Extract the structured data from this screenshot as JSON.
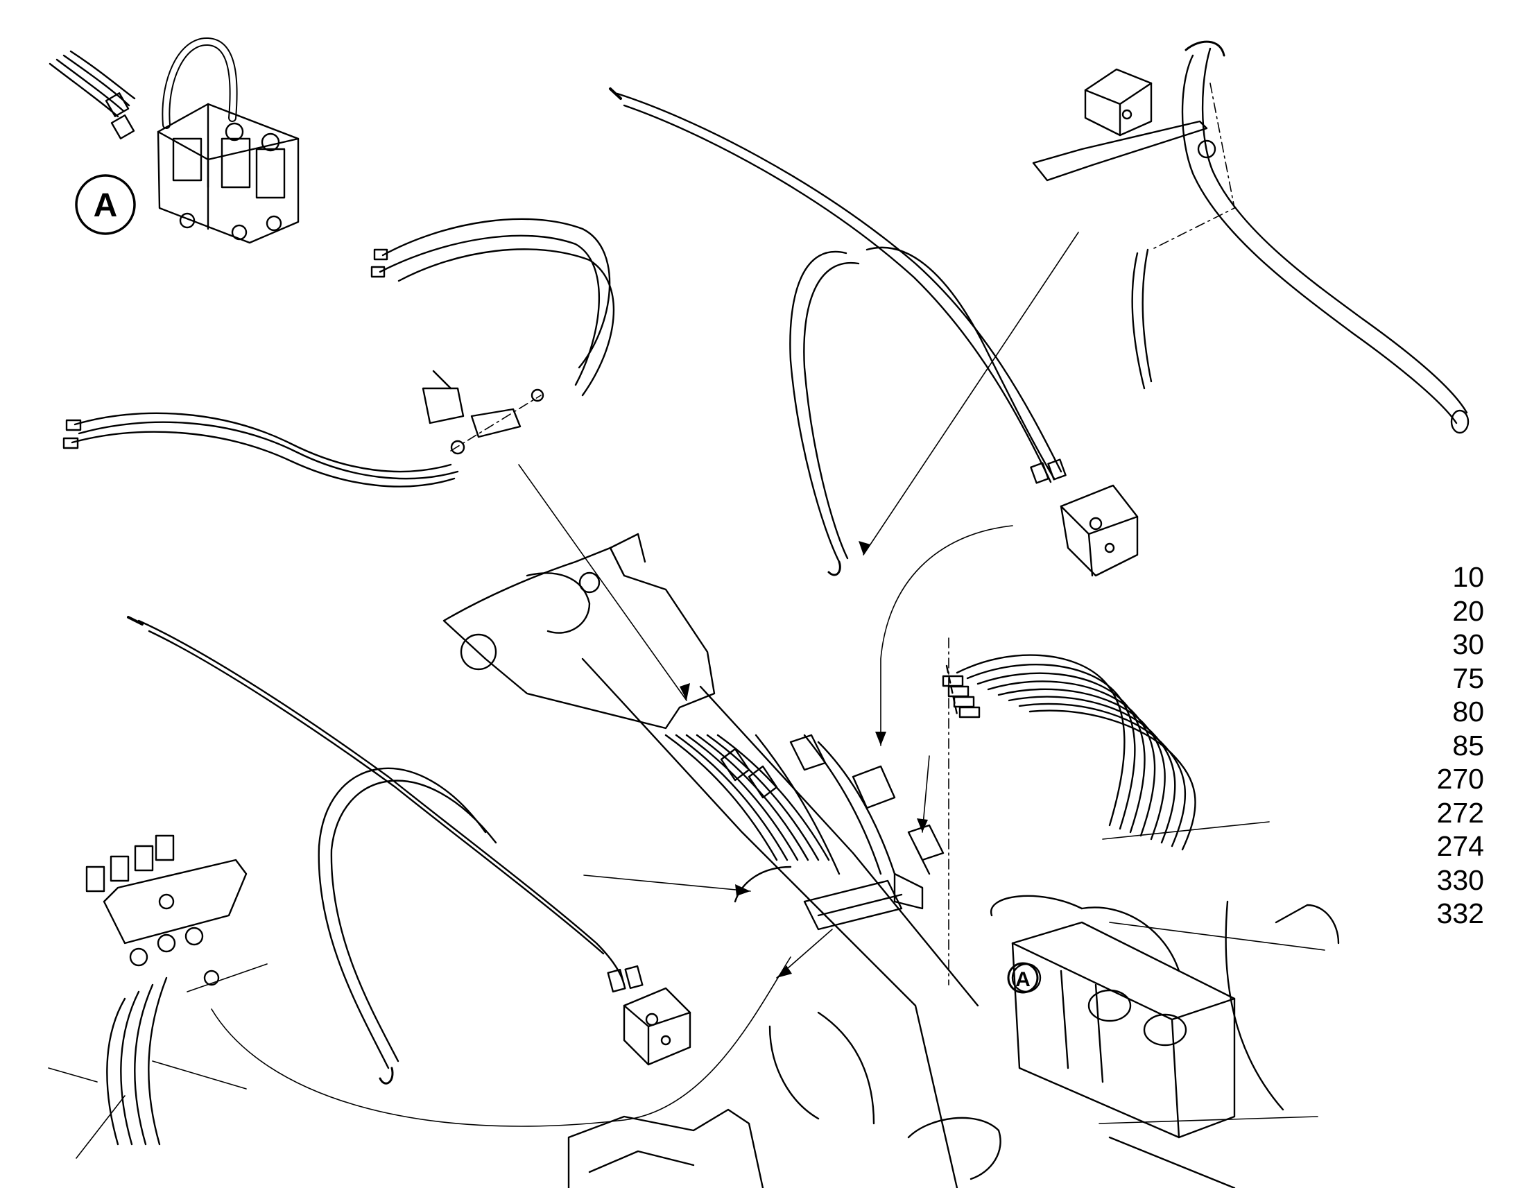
{
  "detail": {
    "callout_letter": "A",
    "inset_letter": "A"
  },
  "part_numbers": [
    "10",
    "20",
    "30",
    "75",
    "80",
    "85",
    "270",
    "272",
    "274",
    "330",
    "332"
  ]
}
